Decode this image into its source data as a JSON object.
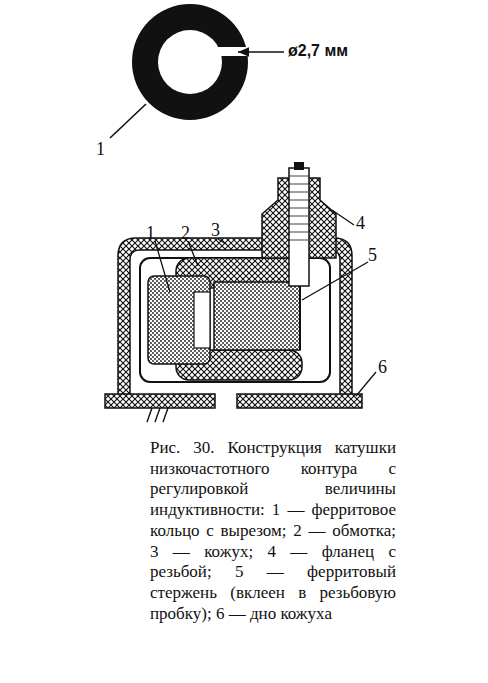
{
  "diagram": {
    "caption": "Рис. 30. Конструкция катушки низкочастотного контура с регулировкой величины индуктивности: 1 — ферритовое кольцо с вырезом; 2 — обмотка; 3 — кожух; 4 — фланец с резьбой; 5 — ферритовый стержень (вклеен в резьбовую пробку); 6 — дно кожуха",
    "labels": [
      "1",
      "ø2,7 мм",
      "1",
      "2",
      "3",
      "4",
      "5",
      "6"
    ]
  }
}
